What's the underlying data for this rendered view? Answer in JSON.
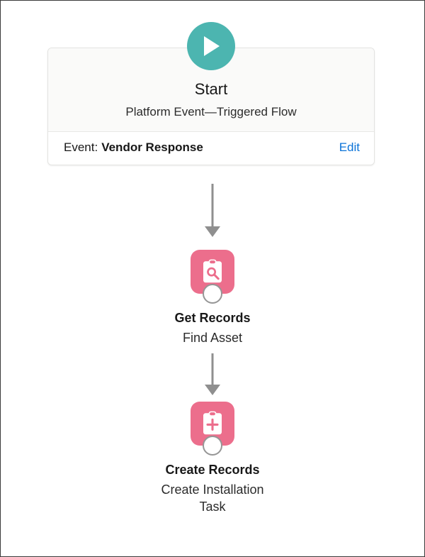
{
  "flow": {
    "start": {
      "icon": "play-circle-icon",
      "title": "Start",
      "subtitle": "Platform Event—Triggered Flow",
      "event_label": "Event:",
      "event_value": "Vendor Response",
      "edit_label": "Edit",
      "accent_color": "#4cb5b0",
      "link_color": "#0b73d8"
    },
    "connectors": [
      {
        "name": "start-to-get-records",
        "color": "#8f8f8f"
      },
      {
        "name": "get-records-to-create-records",
        "color": "#8f8f8f"
      }
    ],
    "nodes": [
      {
        "id": "get-records",
        "icon": "clipboard-search-icon",
        "title": "Get Records",
        "label": "Find Asset",
        "color": "#ec6e8c"
      },
      {
        "id": "create-records",
        "icon": "clipboard-plus-icon",
        "title": "Create Records",
        "label": "Create Installation Task",
        "color": "#ec6e8c"
      }
    ]
  }
}
